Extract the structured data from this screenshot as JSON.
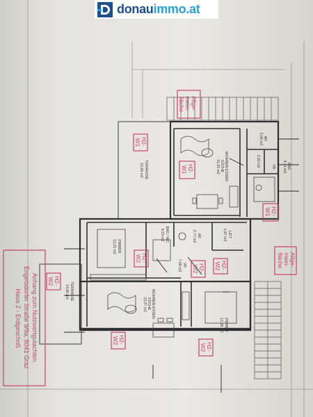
{
  "logo": {
    "brand_part1": "donau",
    "brand_part2": "immo.at",
    "mark_letter": "D",
    "brand_color": "#1d4f91",
    "accent_color": "#2e9fd8"
  },
  "tags": {
    "allgemein_top": [
      "Allge-",
      "mein-",
      "fläche"
    ],
    "allgemein_bottom": [
      "Allge-",
      "mein-",
      "fläche"
    ],
    "h2w1_a": [
      "H2-",
      "W1"
    ],
    "h2w1_b": [
      "H2-",
      "W1"
    ],
    "h2w1_c": [
      "H2-",
      "W1"
    ],
    "h2w2_a": [
      "H2-",
      "W2"
    ],
    "h2w2_b": [
      "H2-",
      "W2"
    ],
    "h2w2_c": [
      "H2-",
      "W2"
    ],
    "h2w2_d": [
      "H2-",
      "W2"
    ],
    "h2w2_e": [
      "H2-",
      "W2"
    ],
    "h2w2_f": [
      "H2-",
      "W2"
    ]
  },
  "rooms": {
    "terrasse1": [
      "TERRASSE",
      "15,58 m2"
    ],
    "wohnen1": [
      "WOHNEN-ESSEN",
      "KÜCHE",
      "21,65 m2"
    ],
    "ar_top": [
      "AR",
      "3,06 m2"
    ],
    "wc_top": [
      "2,82 m2"
    ],
    "vr_top": [
      "VR"
    ],
    "bad_top": [
      "BAD",
      "4,41 m2"
    ],
    "zimmer1": [
      "ZIMMER",
      "12,22 m2"
    ],
    "bad_wc": [
      "BAD / WC",
      "4,53 m2"
    ],
    "ar_mid": [
      "AR",
      "2,77 m2"
    ],
    "lift": [
      "LIFT",
      "1,87 m2"
    ],
    "vr_mid": [
      "VR",
      "7,68 m2"
    ],
    "terrasse2": [
      "TERRASSE",
      "14,80 m2"
    ],
    "wohnen2": [
      "WOHNEN-ESSEN",
      "KÜCHE",
      "23,37 m2"
    ],
    "zimmer2": [
      "ZIMMER",
      "12,08 m2"
    ]
  },
  "caption": {
    "line1": "Anhang zum Nutzwertgutachten",
    "line2": "Engelsdorfer Straße 9/9a, 8041 Graz",
    "line3": "Haus 2 - Erdgeschoß"
  },
  "colors": {
    "tag_red": "#c8416b",
    "wall": "#2f2f2f"
  }
}
